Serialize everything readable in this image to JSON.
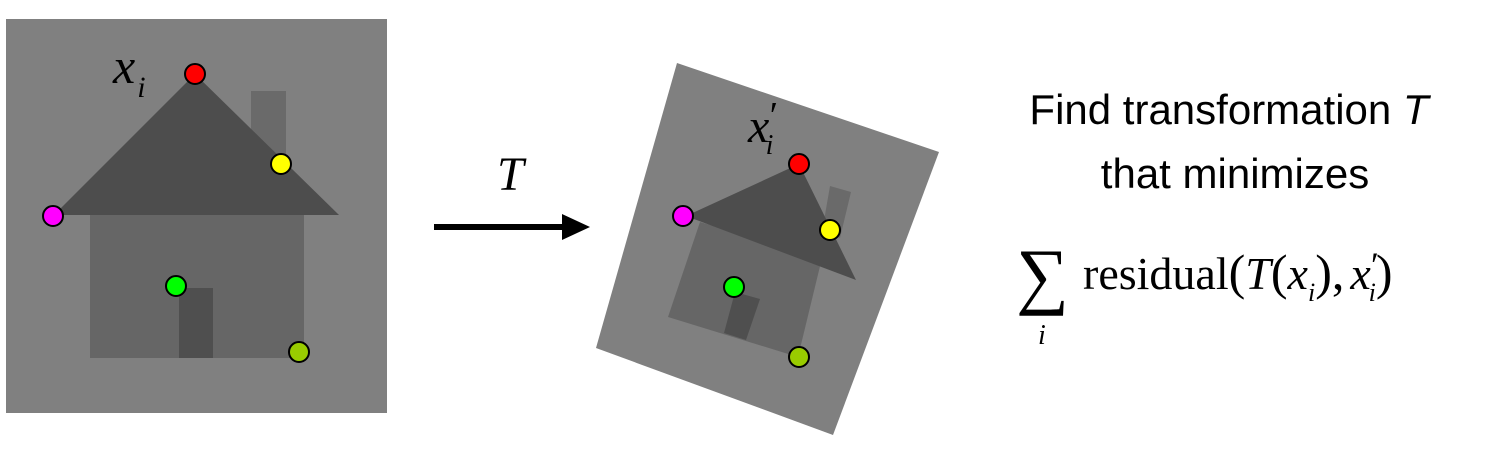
{
  "left_panel": {
    "point_label": "x",
    "point_label_sub": "i"
  },
  "arrow": {
    "label": "T"
  },
  "right_panel": {
    "point_label": "x",
    "point_label_prime": "′",
    "point_label_sub": "i"
  },
  "caption": {
    "line1_text": "Find transformation ",
    "line1_symbol": "T",
    "line2": "that minimizes"
  },
  "formula": {
    "sum_symbol": "∑",
    "sum_index": "i",
    "func_name": "residual",
    "open_paren": "(",
    "t_symbol": "T",
    "inner_open": "(",
    "x_symbol": "x",
    "x_sub": "i",
    "inner_close": "),",
    "xp_symbol": "x",
    "xp_prime": "′",
    "xp_sub": "i",
    "close_paren": ")"
  },
  "colors": {
    "background_gray": "#808080",
    "house_body": "#666666",
    "door": "#4f4f4f",
    "roof": "#4d4d4d",
    "chimney": "#6a6a6a",
    "red_point": "#ff0000",
    "yellow_point": "#ffff00",
    "magenta_point": "#ff00ff",
    "green_point": "#00ff00",
    "olive_point": "#99cc00"
  },
  "point_colors": [
    "red",
    "yellow",
    "magenta",
    "green",
    "olive"
  ]
}
